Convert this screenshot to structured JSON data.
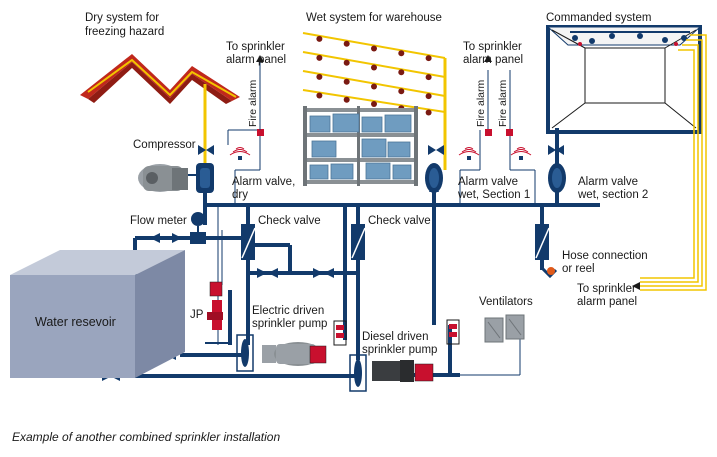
{
  "labels": {
    "dry_system": [
      "Dry system for",
      "freezing hazard"
    ],
    "wet_system": "Wet system for warehouse",
    "commanded_system": "Commanded system",
    "to_panel_left": [
      "To sprinkler",
      "alarm panel"
    ],
    "to_panel_mid": [
      "To sprinkler",
      "alarm panel"
    ],
    "to_panel_right": [
      "To sprinkler",
      "alarm panel"
    ],
    "fire_alarm": "Fire alarm",
    "compressor": "Compressor",
    "alarm_valve_dry": [
      "Alarm valve,",
      "dry"
    ],
    "alarm_valve_wet1": [
      "Alarm valve",
      "wet, Section 1"
    ],
    "alarm_valve_wet2": [
      "Alarm valve",
      "wet, section 2"
    ],
    "flow_meter": "Flow meter",
    "check_valve": "Check valve",
    "hose_connection": [
      "Hose connection",
      "or reel"
    ],
    "water_reservoir": "Water resevoir",
    "jp": "JP",
    "electric_pump": [
      "Electric driven",
      "sprinkler pump"
    ],
    "diesel_pump": [
      "Diesel driven",
      "sprinkler pump"
    ],
    "ventilators": "Ventilators"
  },
  "caption": "Example of another combined sprinkler installation",
  "colors": {
    "pipe": "#123a6b",
    "detection_line": "#f2c500",
    "alarm_red": "#c8102e",
    "roof_red": "#c0281c",
    "reservoir_front": "#9aa5be",
    "reservoir_top": "#c3cad9",
    "reservoir_side": "#7d89a5",
    "shelf_gray": "#8a9094",
    "box_blue": "#6f9cc0"
  }
}
